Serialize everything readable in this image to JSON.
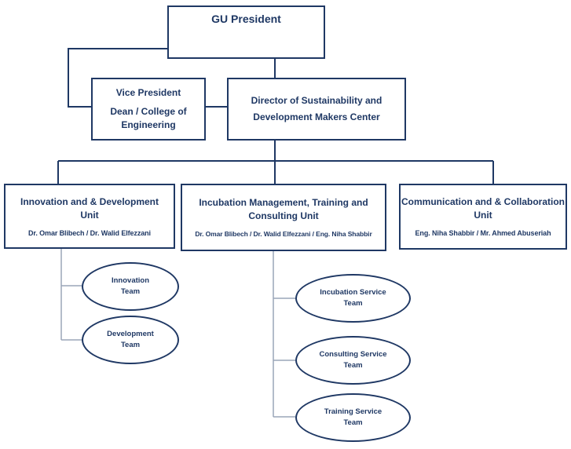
{
  "president": {
    "title": "GU President"
  },
  "vice_president": {
    "title": "Vice President",
    "subtitle_line1": "Dean / College of",
    "subtitle_line2": "Engineering"
  },
  "director": {
    "line1": "Director of Sustainability and",
    "line2": "Development Makers Center"
  },
  "units": [
    {
      "line1": "Innovation and & Development",
      "line2": "Unit",
      "members": "Dr. Omar Blibech / Dr. Walid Elfezzani",
      "teams": [
        {
          "line1": "Innovation",
          "line2": "Team"
        },
        {
          "line1": "Development",
          "line2": "Team"
        }
      ]
    },
    {
      "line1": "Incubation Management, Training and",
      "line2": "Consulting Unit",
      "members": "Dr. Omar Blibech / Dr. Walid Elfezzani / Eng. Niha Shabbir",
      "teams": [
        {
          "line1": "Incubation Service",
          "line2": "Team"
        },
        {
          "line1": "Consulting Service",
          "line2": "Team"
        },
        {
          "line1": "Training Service",
          "line2": "Team"
        }
      ]
    },
    {
      "line1": "Communication and & Collaboration",
      "line2": "Unit",
      "members": "Eng. Niha Shabbir / Mr. Ahmed Abuseriah",
      "teams": []
    }
  ],
  "colors": {
    "line": "#1f3864",
    "text": "#1f3864",
    "background": "#ffffff"
  }
}
